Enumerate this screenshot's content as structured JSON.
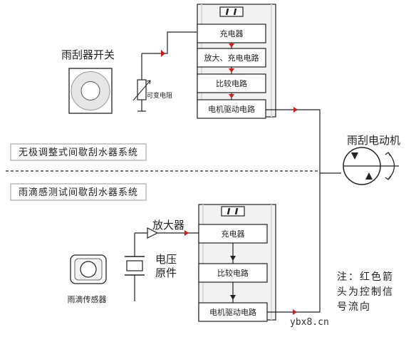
{
  "colors": {
    "signal": "#d11a1a",
    "line": "#222222",
    "box_fill": "#ffffff",
    "housing_fill": "#f2f2f2",
    "stripe": "#d9d9d9",
    "knob_fill": "#e6e6e6",
    "knob_ring": "#9a9a9a"
  },
  "top_section": {
    "switch_label": "雨刮器开关",
    "resistor_label": "可变电阻",
    "controller_blocks": [
      "充电器",
      "放大、充电电路",
      "比较电路",
      "电机驱动电路"
    ],
    "system_label": "无极调整式间歇刮水器系统"
  },
  "bottom_section": {
    "system_label": "雨滴感测试间歇刮水器系统",
    "amplifier_label": "放大器",
    "voltage_element_label_line1": "电压",
    "voltage_element_label_line2": "原件",
    "sensor_label": "雨滴传感器",
    "controller_blocks": [
      "充电器",
      "比较电路",
      "电机驱动电路"
    ]
  },
  "motor_label": "雨刮电动机",
  "note": {
    "line1": "注：红色箭",
    "line2": "头为控制信",
    "line3": "号流向"
  },
  "watermark": "ybx8.cn"
}
